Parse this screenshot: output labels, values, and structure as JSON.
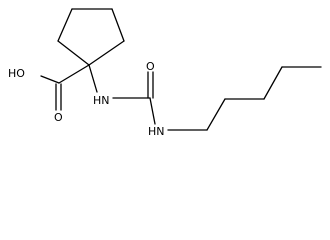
{
  "molecule": {
    "atom_labels": {
      "hydroxyl": "HO",
      "acid_oxygen": "O",
      "nh_upper": "HN",
      "urea_oxygen": "O",
      "nh_lower": "HN"
    },
    "line_color": "#000000"
  }
}
